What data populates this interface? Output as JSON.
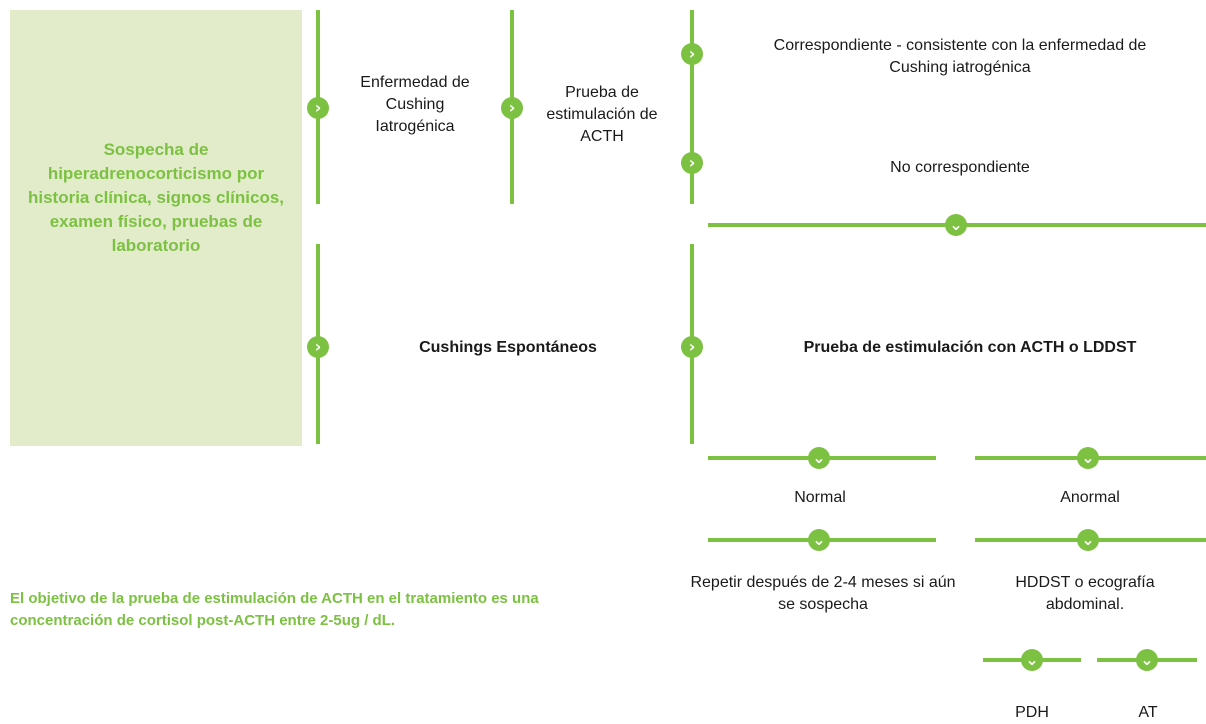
{
  "start": {
    "text": "Sospecha de hiperadrenocorticismo por historia clínica, signos clínicos, examen físico, pruebas de laboratorio"
  },
  "nodes": {
    "iatrogenic": "Enfermedad de Cushing Iatrogénica",
    "acth_test": "Prueba de estimulación de ACTH",
    "correspondent": "Correspondiente - consistente con la enfermedad de Cushing iatrogénica",
    "non_correspondent": "No correspondiente",
    "spontaneous": "Cushings Espontáneos",
    "acth_or_lddst": "Prueba de estimulación con ACTH o LDDST",
    "normal": "Normal",
    "abnormal": "Anormal",
    "repeat": "Repetir después de 2-4 meses si aún se sospecha",
    "hddst": "HDDST o ecografía abdominal.",
    "pdh": "PDH",
    "at": "AT"
  },
  "note": "El objetivo de la prueba de estimulación de ACTH en el tratamiento es una concentración de cortisol post-ACTH entre 2-5ug / dL.",
  "icons": {
    "right": "›",
    "down": "⌄"
  },
  "colors": {
    "accent": "#7cc142",
    "box_fill": "#e2eccb"
  }
}
